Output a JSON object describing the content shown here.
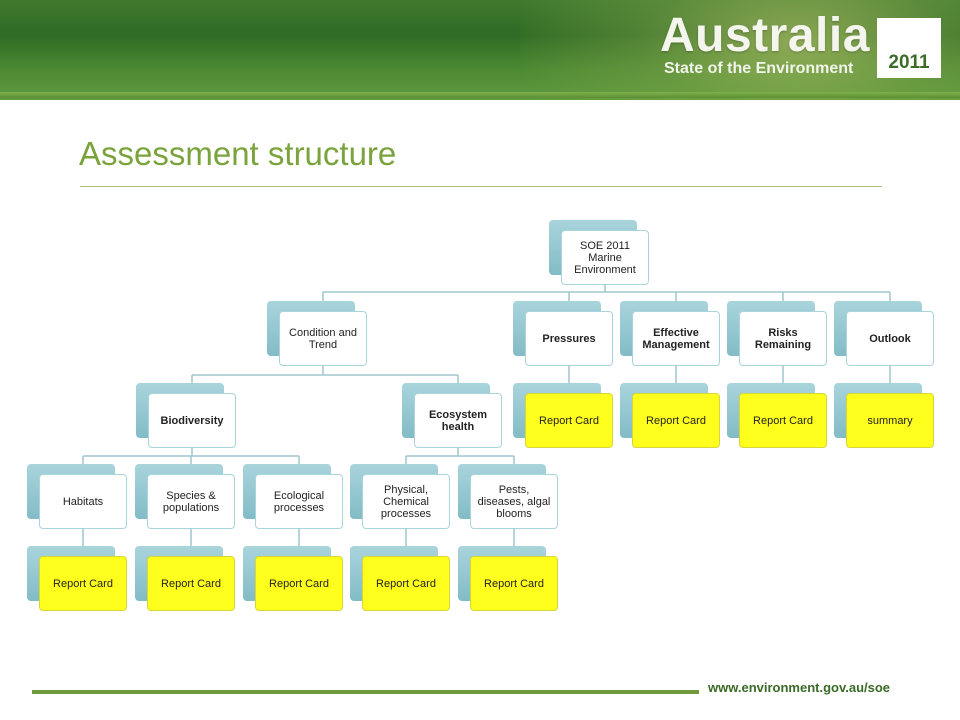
{
  "header": {
    "brand_title": "Australia",
    "brand_subtitle": "State of the Environment",
    "brand_year": "2011"
  },
  "page": {
    "title": "Assessment structure"
  },
  "footer": {
    "url": "www.environment.gov.au/soe"
  },
  "tree": {
    "root": {
      "label": "SOE 2011 Marine Environment"
    },
    "level1": [
      {
        "label": "Condition and Trend",
        "bold": false
      },
      {
        "label": "Pressures",
        "bold": true,
        "card": "Report Card"
      },
      {
        "label": "Effective Management",
        "bold": true,
        "card": "Report Card"
      },
      {
        "label": "Risks Remaining",
        "bold": true,
        "card": "Report Card"
      },
      {
        "label": "Outlook",
        "bold": true,
        "card": "summary"
      }
    ],
    "level2": [
      {
        "label": "Biodiversity",
        "bold": true
      },
      {
        "label": "Ecosystem health",
        "bold": true
      }
    ],
    "level3": [
      {
        "label": "Habitats",
        "card": "Report Card"
      },
      {
        "label": "Species & populations",
        "card": "Report Card"
      },
      {
        "label": "Ecological processes",
        "card": "Report Card"
      },
      {
        "label": "Physical, Chemical processes",
        "card": "Report Card"
      },
      {
        "label": "Pests, diseases, algal blooms",
        "card": "Report Card"
      }
    ]
  },
  "colors": {
    "accent_green": "#7aa33c",
    "node_teal": "#a9d4dc",
    "card_yellow": "#ffff1e",
    "connector": "#9fc6cf"
  }
}
